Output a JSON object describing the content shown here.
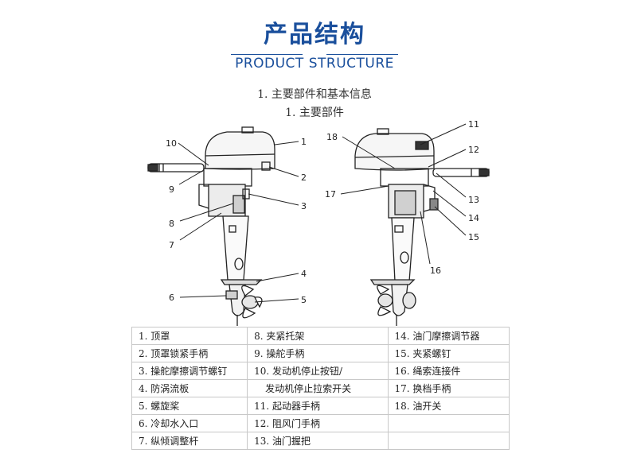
{
  "header": {
    "title_zh": "产品结构",
    "title_en": "PRODUCT STRUCTURE"
  },
  "section": {
    "heading": "1. 主要部件和基本信息",
    "subheading": "1. 主要部件"
  },
  "diagram": {
    "left_callouts": [
      "1",
      "2",
      "3",
      "4",
      "5",
      "6",
      "7",
      "8",
      "9",
      "10"
    ],
    "right_callouts": [
      "11",
      "12",
      "13",
      "14",
      "15",
      "16",
      "17",
      "18"
    ]
  },
  "parts_table": {
    "rows": [
      [
        "1. 顶罩",
        "8. 夹紧托架",
        "14. 油门摩擦调节器"
      ],
      [
        "2. 顶罩锁紧手柄",
        "9. 操舵手柄",
        "15. 夹紧螺钉"
      ],
      [
        "3. 操舵摩擦调节螺钉",
        "10. 发动机停止按钮/",
        "16. 绳索连接件"
      ],
      [
        "4. 防涡流板",
        "发动机停止拉索开关",
        "17. 换档手柄"
      ],
      [
        "5. 螺旋桨",
        "11. 起动器手柄",
        "18. 油开关"
      ],
      [
        "6. 冷却水入口",
        "12. 阻风门手柄",
        ""
      ],
      [
        "7. 纵倾调整杆",
        "13. 油门握把",
        ""
      ]
    ]
  }
}
